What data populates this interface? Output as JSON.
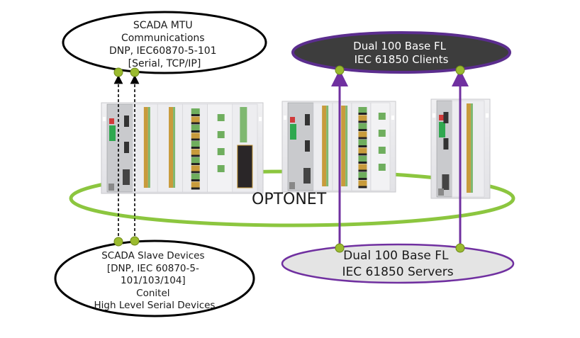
{
  "network": {
    "ring_label": "OPTONET",
    "ring_color": "#8cc63f",
    "link_color": "#7030a0",
    "node_dot_color": "#9bbb2f"
  },
  "nodes": {
    "scada_mtu": {
      "lines": [
        "SCADA MTU",
        "Communications",
        "DNP, IEC60870-5-101",
        "[Serial, TCP/IP]"
      ],
      "fill": "#ffffff",
      "stroke": "#000000",
      "text_color": "#1a1a1a"
    },
    "iec_clients": {
      "lines": [
        "Dual 100 Base FL",
        "IEC 61850 Clients"
      ],
      "fill": "#3d3d3d",
      "stroke": "#5b2d8e",
      "text_color": "#ffffff"
    },
    "scada_slaves": {
      "lines": [
        "SCADA Slave Devices",
        "[DNP, IEC 60870-5-",
        "101/103/104]",
        "Conitel",
        "High Level Serial Devices"
      ],
      "fill": "#ffffff",
      "stroke": "#000000",
      "text_color": "#1a1a1a"
    },
    "iec_servers": {
      "lines": [
        "Dual 100 Base FL",
        "IEC 61850 Servers"
      ],
      "fill": "#e4e4e4",
      "stroke": "#7030a0",
      "text_color": "#1a1a1a"
    }
  },
  "devices": [
    {
      "name": "rtu-rack-large",
      "modules": [
        "cpu",
        "io",
        "io",
        "relay",
        "terminal",
        "io-dark"
      ]
    },
    {
      "name": "rtu-rack-medium",
      "modules": [
        "cpu",
        "io",
        "io",
        "relay",
        "terminal"
      ]
    },
    {
      "name": "rtu-rack-small",
      "modules": [
        "cpu",
        "io"
      ]
    }
  ]
}
